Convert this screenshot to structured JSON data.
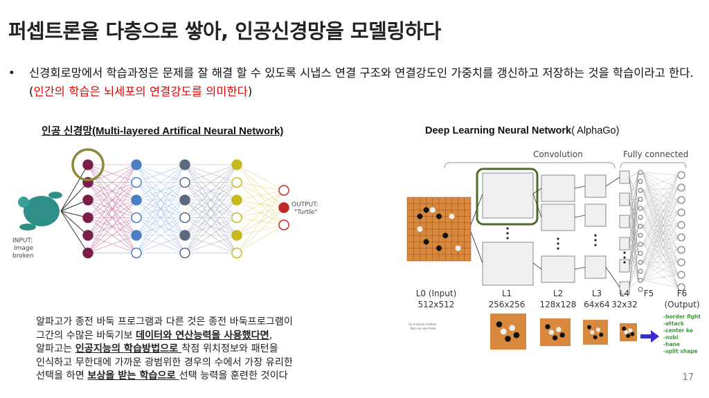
{
  "title": "퍼셉트론을 다층으로 쌓아, 인공신경망을 모델링하다",
  "bullet": {
    "text_black": "신경회로망에서 학습과정은 문제를 잘 해결 할 수 있도록 시냅스 연결 구조와 연결강도인 가중치를 갱신하고 저장하는 것을 학습이라고 한다. (",
    "text_red": "인간의 학습은 뇌세포의 연결강도를 의미한다",
    "text_end": ")"
  },
  "left_figure": {
    "caption": "인공 신경망(Multi-layered Artifical Neural Network)",
    "input_label_1": "INPUT:",
    "input_label_2": "Image",
    "input_label_3": "broken",
    "output_label_1": "OUTPUT:",
    "output_label_2": "\"Turtle\""
  },
  "right_figure": {
    "caption_bold": "Deep Learning Neural Network",
    "caption_rest": "( AlphaGo)",
    "section_convolution": "Convolution",
    "section_fully": "Fully connected",
    "layers": [
      {
        "name": "L0 (Input)",
        "size": "512x512"
      },
      {
        "name": "L1",
        "size": "256x256"
      },
      {
        "name": "L2",
        "size": "128x128"
      },
      {
        "name": "L3",
        "size": "64x64"
      },
      {
        "name": "L4",
        "size": "32x32"
      },
      {
        "name": "F5",
        "size": ""
      },
      {
        "name": "F6",
        "size": "(Output)"
      }
    ],
    "credit_1": "Go analysis creation",
    "credit_2": "Bob van den Hoek",
    "outputs": [
      "-border fight",
      "-attack",
      "-center ko",
      "-nobi",
      "-hane",
      "-split shape"
    ]
  },
  "paragraph": {
    "l1": "알파고가 종전 바둑 프로그램과 다른 것은 종전 바둑프로그램이",
    "l2a": "그간의 수많은 바둑기보 ",
    "l2b": "데이터와 연산능력을 사용했다면",
    "l2c": ",",
    "l3a": "알파고는 ",
    "l3b": "인공지능의 학습방법으로 ",
    "l3c": "착점 위치정보와 패턴을",
    "l4": "인식하고 무한대에 가까운 광범위한 경우의 수에서 가장 유리한",
    "l5a": "선택을 하면 ",
    "l5b": "보상을 받는 학습으로 ",
    "l5c": "선택 능력을 훈련한 것이다"
  },
  "page_number": "17",
  "colors": {
    "red": "#e00000",
    "olive": "#8a8a3a",
    "green_box": "#4f6a2a",
    "go_board": "#d9893e",
    "arrow": "#3a2bd6",
    "output_green": "#3c9a3c"
  }
}
